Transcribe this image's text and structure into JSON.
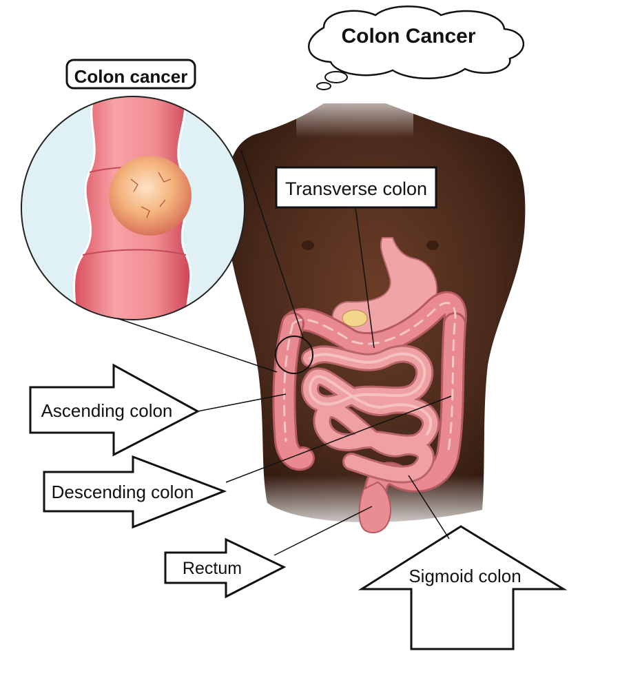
{
  "title_bubble": "Colon Cancer",
  "inset_label": "Colon cancer",
  "labels": {
    "transverse": "Transverse colon",
    "ascending": "Ascending colon",
    "descending": "Descending colon",
    "rectum": "Rectum",
    "sigmoid": "Sigmoid colon"
  },
  "colors": {
    "skin": "#4a2a1c",
    "skin_shadow": "#2e170e",
    "colon": "#e88a8f",
    "colon_light": "#f6b7b6",
    "colon_dark": "#b45a60",
    "inset_bg": "#dff1f4",
    "tumor": "#f2b07a"
  }
}
